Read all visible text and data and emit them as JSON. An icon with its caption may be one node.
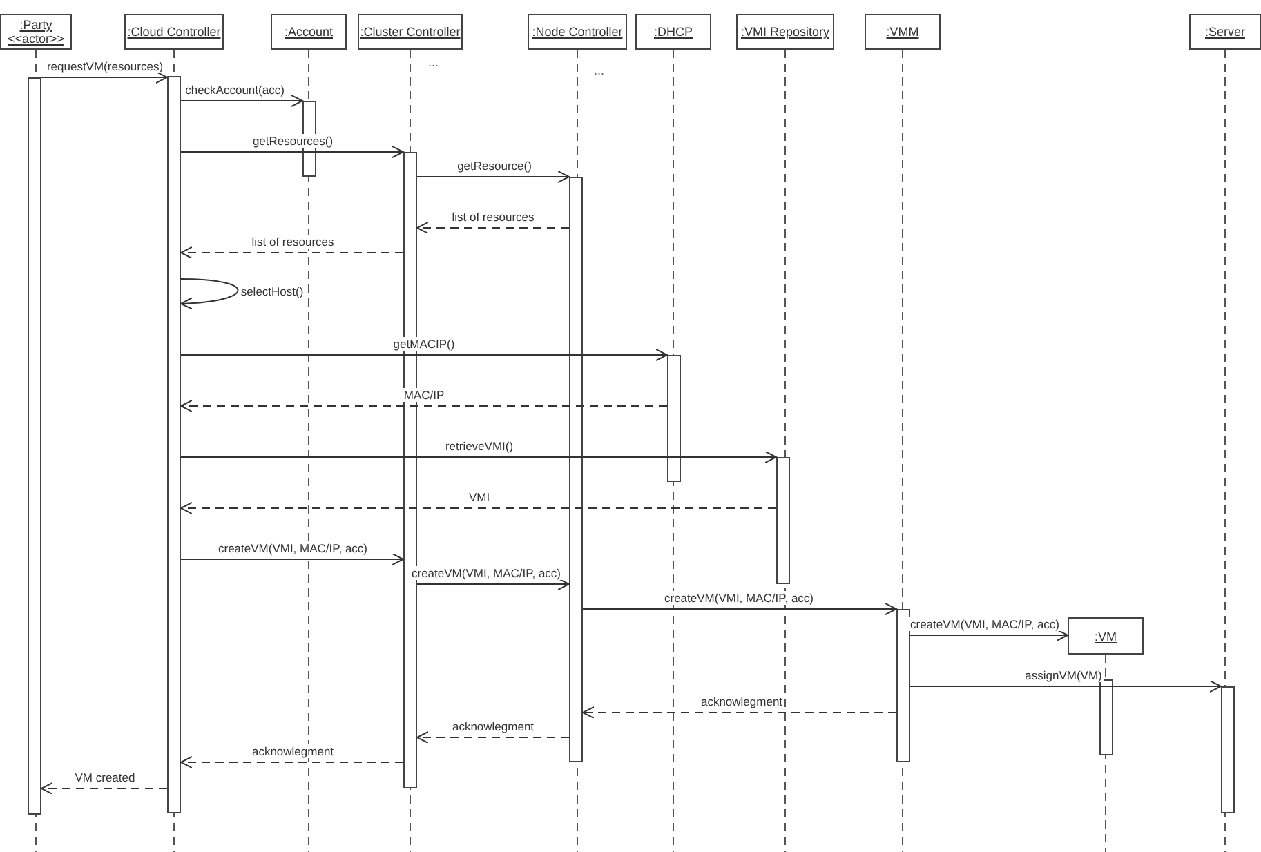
{
  "diagram": {
    "nodes": [
      {
        "text": [
          ":Party",
          "<<actor>>"
        ]
      },
      {
        "text": [
          ":Cloud Controller"
        ]
      },
      {
        "text": [
          ":Account"
        ]
      },
      {
        "text": [
          ":Cluster Controller"
        ]
      },
      {
        "text": [
          ":Node Controller"
        ]
      },
      {
        "text": [
          ":DHCP"
        ]
      },
      {
        "text": [
          ":VMI Repository"
        ]
      },
      {
        "text": [
          ":VMM"
        ]
      },
      {
        "text": [
          ":VM"
        ]
      },
      {
        "text": [
          ":Server"
        ]
      },
      {
        "text": [],
        "shape": "bar"
      },
      {
        "text": [],
        "shape": "bar"
      },
      {
        "text": [],
        "shape": "bar"
      },
      {
        "text": [],
        "shape": "bar"
      },
      {
        "text": [],
        "shape": "bar"
      },
      {
        "text": [],
        "shape": "bar"
      },
      {
        "text": [],
        "shape": "bar"
      },
      {
        "text": [],
        "shape": "bar"
      },
      {
        "text": [],
        "shape": "bar"
      },
      {
        "text": [],
        "shape": "bar"
      }
    ],
    "edges": [
      {
        "from": 10,
        "to": 11,
        "arrow": "to",
        "label": "requestVM(resources)"
      },
      {
        "from": 11,
        "to": 12,
        "arrow": "to",
        "label": "checkAccount(acc)"
      },
      {
        "from": 11,
        "to": 13,
        "arrow": "to",
        "label": "getResources()"
      },
      {
        "from": 13,
        "to": 14,
        "arrow": "to",
        "label": "getResource()"
      },
      {
        "from": 14,
        "to": 13,
        "arrow": "to",
        "label": "list of resources",
        "style": "dashed"
      },
      {
        "from": 13,
        "to": 11,
        "arrow": "to",
        "label": "list of resources",
        "style": "dashed"
      },
      {
        "from": 11,
        "to": 11,
        "arrow": "to",
        "label": "selectHost()"
      },
      {
        "from": 11,
        "to": 15,
        "arrow": "to",
        "label": "getMACIP()"
      },
      {
        "from": 15,
        "to": 11,
        "arrow": "to",
        "label": "MAC/IP",
        "style": "dashed"
      },
      {
        "from": 11,
        "to": 16,
        "arrow": "to",
        "label": "retrieveVMI()"
      },
      {
        "from": 16,
        "to": 11,
        "arrow": "to",
        "label": "VMI",
        "style": "dashed"
      },
      {
        "from": 11,
        "to": 13,
        "arrow": "to",
        "label": "createVM(VMI, MAC/IP, acc)"
      },
      {
        "from": 13,
        "to": 14,
        "arrow": "to",
        "label": "createVM(VMI, MAC/IP, acc)"
      },
      {
        "from": 14,
        "to": 17,
        "arrow": "to",
        "label": "createVM(VMI, MAC/IP, acc)"
      },
      {
        "from": 17,
        "to": 8,
        "arrow": "to",
        "label": "createVM(VMI, MAC/IP, acc)"
      },
      {
        "from": 17,
        "to": 19,
        "arrow": "to",
        "label": "assignVM(VM)"
      },
      {
        "from": 17,
        "to": 14,
        "arrow": "to",
        "label": "acknowlegment",
        "style": "dashed"
      },
      {
        "from": 14,
        "to": 13,
        "arrow": "to",
        "label": "acknowlegment",
        "style": "dashed"
      },
      {
        "from": 13,
        "to": 11,
        "arrow": "to",
        "label": "acknowlegment",
        "style": "dashed"
      },
      {
        "from": 11,
        "to": 10,
        "arrow": "to",
        "label": "VM created",
        "style": "dashed"
      }
    ],
    "labels": [
      "...",
      "..."
    ]
  }
}
